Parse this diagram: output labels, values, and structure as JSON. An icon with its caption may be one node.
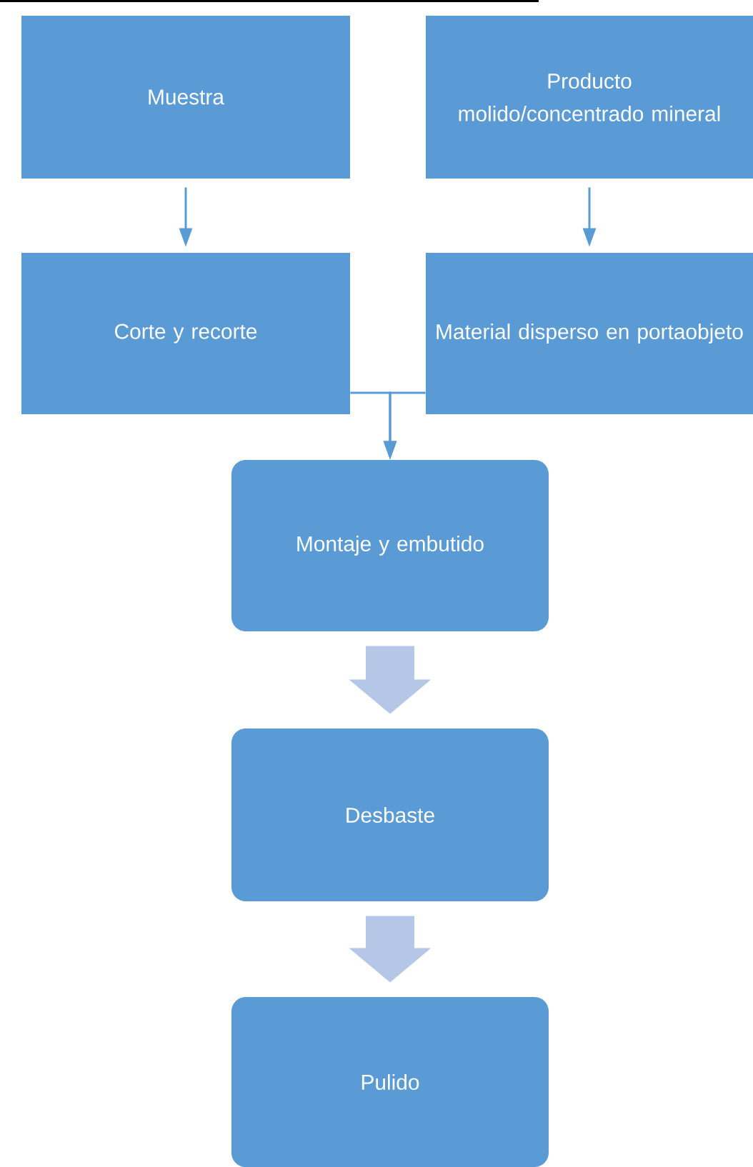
{
  "diagram": {
    "nodes": [
      {
        "text": [
          "Muestra"
        ]
      },
      {
        "text": [
          "Producto molido/concentrado mineral"
        ]
      },
      {
        "text": [
          "Corte y recorte"
        ]
      },
      {
        "text": [
          "Material disperso en portaobjeto"
        ]
      },
      {
        "text": [
          "Montaje y embutido"
        ]
      },
      {
        "text": [
          "Desbaste"
        ]
      },
      {
        "text": [
          "Pulido"
        ]
      }
    ],
    "edges": [
      {
        "from": 0,
        "to": 2,
        "arrow": "to"
      },
      {
        "from": 1,
        "to": 3,
        "arrow": "to"
      },
      {
        "from": 2,
        "to": 4,
        "arrow": "to"
      },
      {
        "from": 3,
        "to": 4,
        "arrow": "to"
      },
      {
        "from": 4,
        "to": 5,
        "arrow": "to",
        "style": "thick",
        "color": "#b4c7e7"
      },
      {
        "from": 5,
        "to": 6,
        "arrow": "to",
        "style": "thick",
        "color": "#b4c7e7"
      }
    ]
  }
}
